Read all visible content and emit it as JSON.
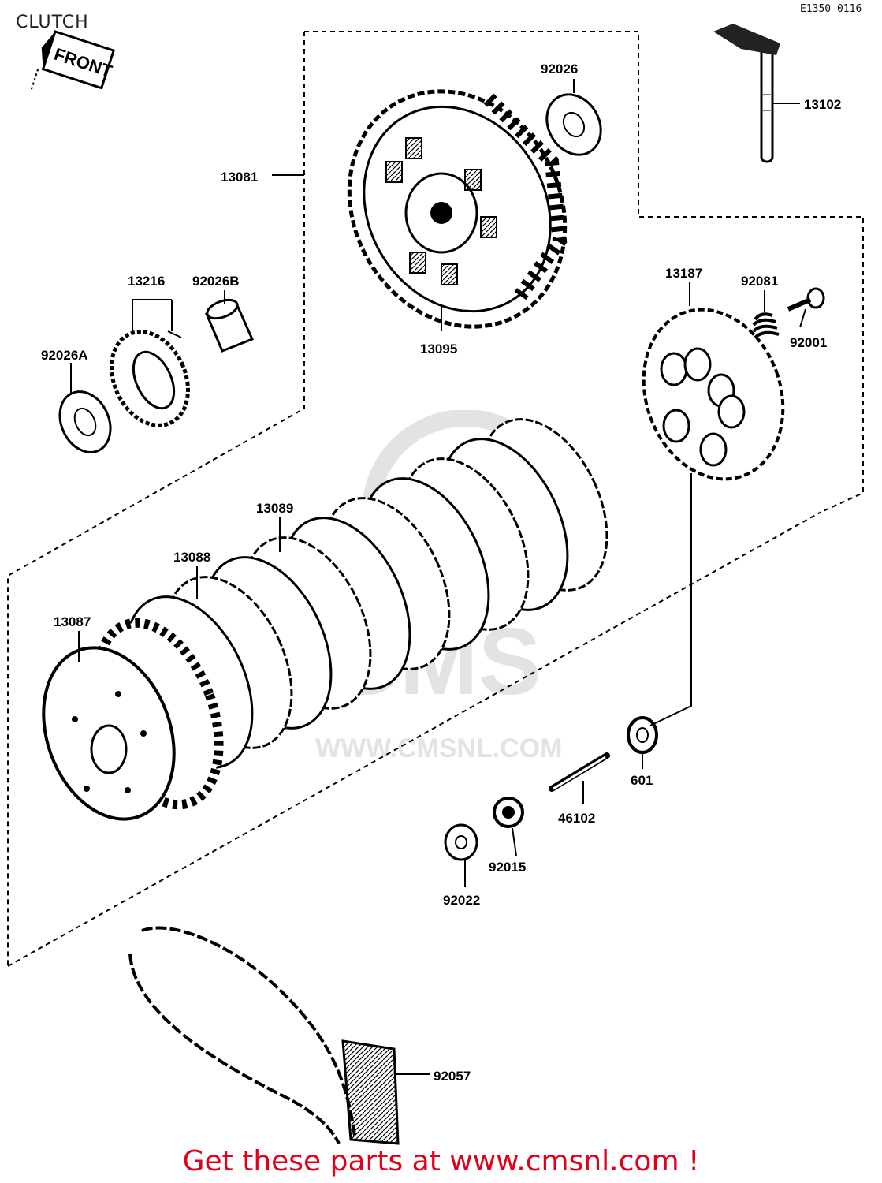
{
  "title": "CLUTCH",
  "drawing_code": "E1350-0116",
  "front_label": "FRONT",
  "watermark": {
    "logo": "CMS",
    "url": "WWW.CMSNL.COM"
  },
  "parts": {
    "p13081": "13081",
    "p92026": "92026",
    "p13102": "13102",
    "p13095": "13095",
    "p13216": "13216",
    "p92026B": "92026B",
    "p92026A": "92026A",
    "p13187": "13187",
    "p92081": "92081",
    "p92001": "92001",
    "p13089": "13089",
    "p13088": "13088",
    "p13087": "13087",
    "p601": "601",
    "p46102": "46102",
    "p92015": "92015",
    "p92022": "92022",
    "p92057": "92057"
  },
  "footer": {
    "text": "Get these parts at www.cmsnl.com !"
  }
}
